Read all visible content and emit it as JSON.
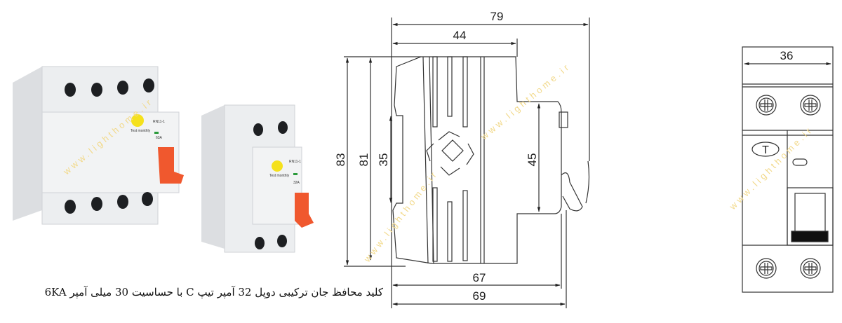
{
  "products": {
    "large": {
      "model": "RN11-1",
      "test_label": "Test monthly",
      "rating": "63A"
    },
    "small": {
      "model": "RN11-1",
      "test_label": "Test monthly",
      "rating": "32A"
    }
  },
  "side_view": {
    "dims": {
      "overall_depth": "79",
      "front_depth": "44",
      "height_total": "83",
      "height_body": "81",
      "rail": "35",
      "front_height": "45",
      "depth_67": "67",
      "depth_69": "69"
    }
  },
  "front_view": {
    "width": "36",
    "test_button": "T"
  },
  "watermark": "www.lighthome.ir",
  "caption": "کلید محافظ جان ترکیبی دوپل 32 آمپر تیپ C با حساسیت 30 میلی آمپر 6KA",
  "colors": {
    "handle": "#f0582e",
    "test_button": "#f5e11c",
    "body": "#e9eaec",
    "line": "#333333"
  }
}
